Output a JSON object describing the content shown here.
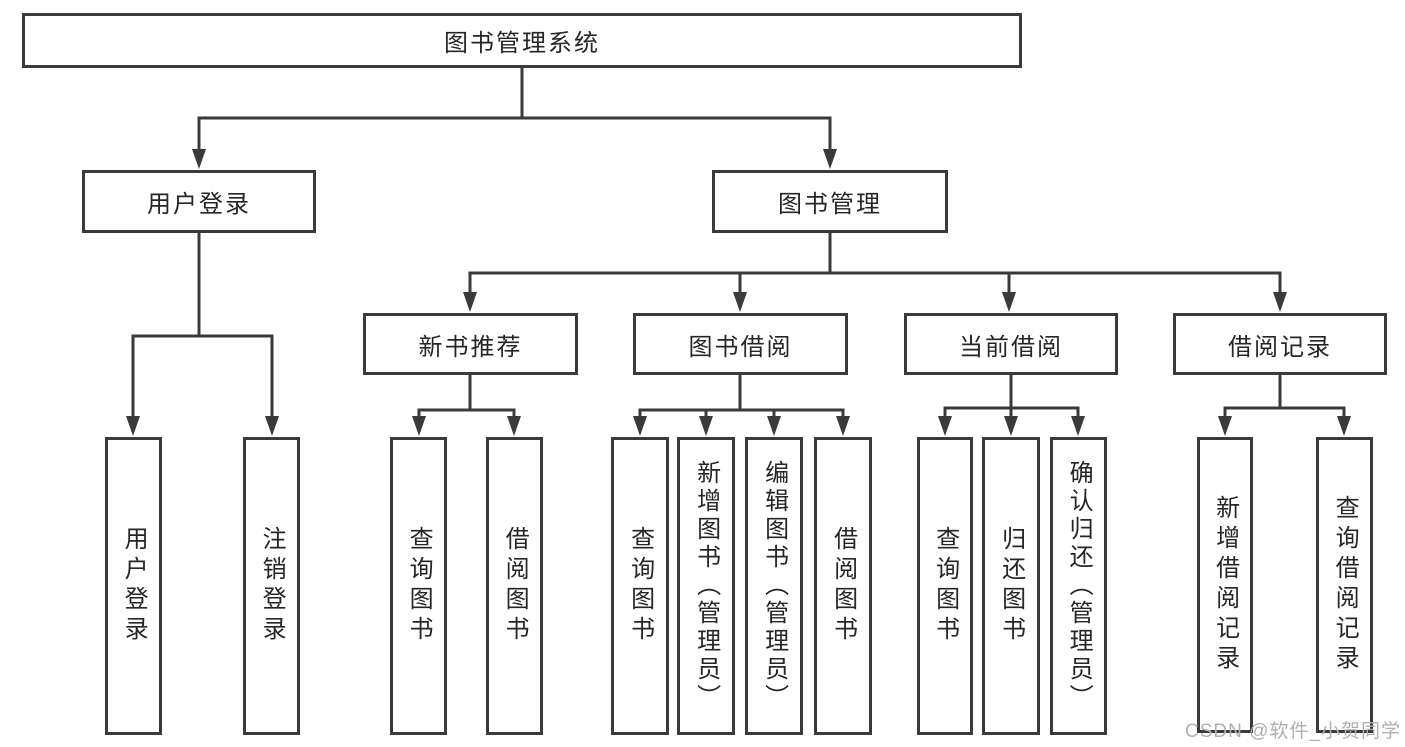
{
  "diagram_title": "图书管理系统",
  "tree": {
    "label": "图书管理系统",
    "children": [
      {
        "label": "用户登录",
        "children": [
          {
            "label": "用户登录"
          },
          {
            "label": "注销登录"
          }
        ]
      },
      {
        "label": "图书管理",
        "children": [
          {
            "label": "新书推荐",
            "children": [
              {
                "label": "查询图书"
              },
              {
                "label": "借阅图书"
              }
            ]
          },
          {
            "label": "图书借阅",
            "children": [
              {
                "label": "查询图书"
              },
              {
                "label": "新增图书（管理员）"
              },
              {
                "label": "编辑图书（管理员）"
              },
              {
                "label": "借阅图书"
              }
            ]
          },
          {
            "label": "当前借阅",
            "children": [
              {
                "label": "查询图书"
              },
              {
                "label": "归还图书"
              },
              {
                "label": "确认归还（管理员）"
              }
            ]
          },
          {
            "label": "借阅记录",
            "children": [
              {
                "label": "新增借阅记录"
              },
              {
                "label": "查询借阅记录"
              }
            ]
          }
        ]
      }
    ]
  },
  "watermark": "CSDN @软件_小贺同学",
  "colors": {
    "line": "#3a3a3a",
    "text": "#262626",
    "watermark": "#b0b0b0",
    "background": "#ffffff"
  }
}
